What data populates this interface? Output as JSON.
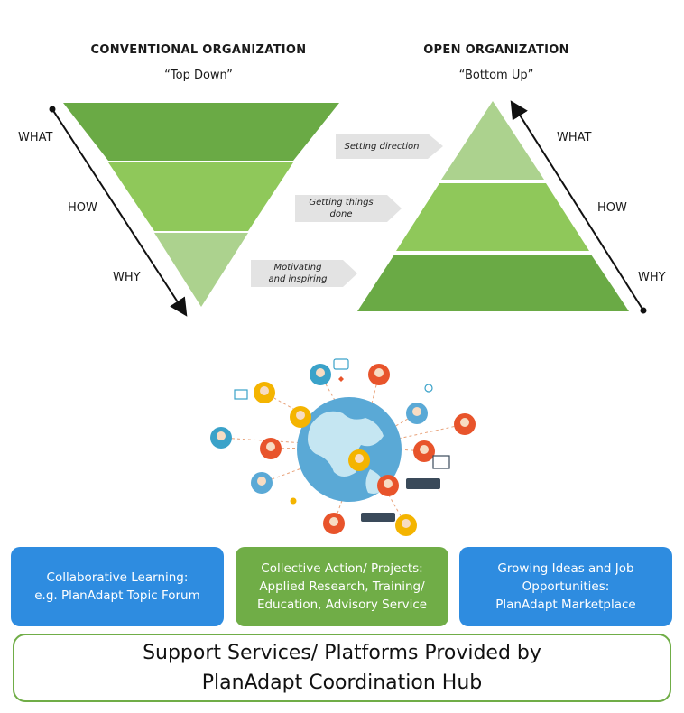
{
  "conventional": {
    "title": "CONVENTIONAL ORGANIZATION",
    "subtitle": "“Top Down”",
    "levels": [
      "WHAT",
      "HOW",
      "WHY"
    ]
  },
  "open": {
    "title": "OPEN ORGANIZATION",
    "subtitle": "“Bottom Up”",
    "levels": [
      "WHAT",
      "HOW",
      "WHY"
    ]
  },
  "callouts": [
    "Setting direction",
    "Getting things\ndone",
    "Motivating\nand inspiring"
  ],
  "colors": {
    "dark_green": "#6aaa45",
    "mid_green": "#8fc85a",
    "light_green": "#acd28e",
    "arrow_gray": "#e3e3e3",
    "box_blue": "#2e8ce0",
    "box_green": "#70ad47",
    "hub_border": "#70ad47"
  },
  "boxes": [
    {
      "text": "Collaborative Learning:\ne.g. PlanAdapt Topic Forum"
    },
    {
      "text": "Collective Action/ Projects:\nApplied Research, Training/\nEducation, Advisory Service"
    },
    {
      "text": "Growing Ideas and Job\nOpportunities:\nPlanAdapt Marketplace"
    }
  ],
  "hub": {
    "text": "Support Services/ Platforms Provided by\nPlanAdapt Coordination Hub"
  }
}
